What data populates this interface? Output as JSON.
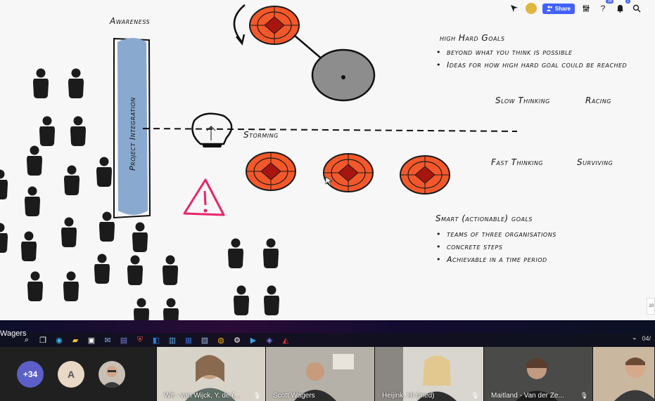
{
  "board": {
    "awareness": "Awareness",
    "project_integration": "Project Integration",
    "storming": "Storming",
    "high_goals_title": "high Hard Goals",
    "high_goals_items": [
      "beyond what you think is possible",
      "Ideas for how high hard goal could be reached"
    ],
    "slow_thinking": "Slow Thinking",
    "racing": "Racing",
    "fast_thinking": "Fast Thinking",
    "surviving": "Surviving",
    "smart_title": "Smart (actionable) goals",
    "smart_items": [
      "teams of three organisations",
      "concrete steps",
      "Achievable in a time period"
    ]
  },
  "toolbar": {
    "share_label": "Share",
    "icons": [
      "cursor-icon",
      "avatar",
      "settings-sliders-icon",
      "help-icon",
      "bell-icon",
      "search-icon"
    ],
    "badges": {
      "help": "36",
      "bell": "1"
    }
  },
  "zoom_tab": "10",
  "taskbar": {
    "window_title": "Wagers",
    "icons": [
      "windows-start-icon",
      "search-icon",
      "task-view-icon",
      "edge-icon",
      "file-explorer-icon",
      "store-icon",
      "mail-icon",
      "teams-icon",
      "security-icon",
      "outlook-icon",
      "remote-desktop-icon",
      "word-icon",
      "powershell-icon",
      "chrome-icon",
      "settings-icon",
      "media-icon",
      "teams-icon-2",
      "acrobat-icon"
    ],
    "tray": [
      "network-icon",
      "04/"
    ]
  },
  "meeting": {
    "overflow_count": "+34",
    "initial": "A",
    "participants": [
      {
        "name": "Wit - van Wijck, Y. de (...",
        "bg": "#c7c1b6"
      },
      {
        "name": "Scott Wagers",
        "bg": "#b5b0a8"
      },
      {
        "name": "Heijink, HI (med)",
        "bg": "#d9d6cf"
      },
      {
        "name": "Maitland - Van der Ze...",
        "bg": "#5a5a58"
      },
      {
        "name": "",
        "bg": "#c9b7a0"
      }
    ]
  },
  "colors": {
    "target": "#f4582a",
    "target_dark": "#a8150f",
    "swimlane": "#8aa9cf",
    "warning": "#e8256a",
    "share": "#4262ff",
    "meeting_bubble": "#5b5fc7"
  }
}
